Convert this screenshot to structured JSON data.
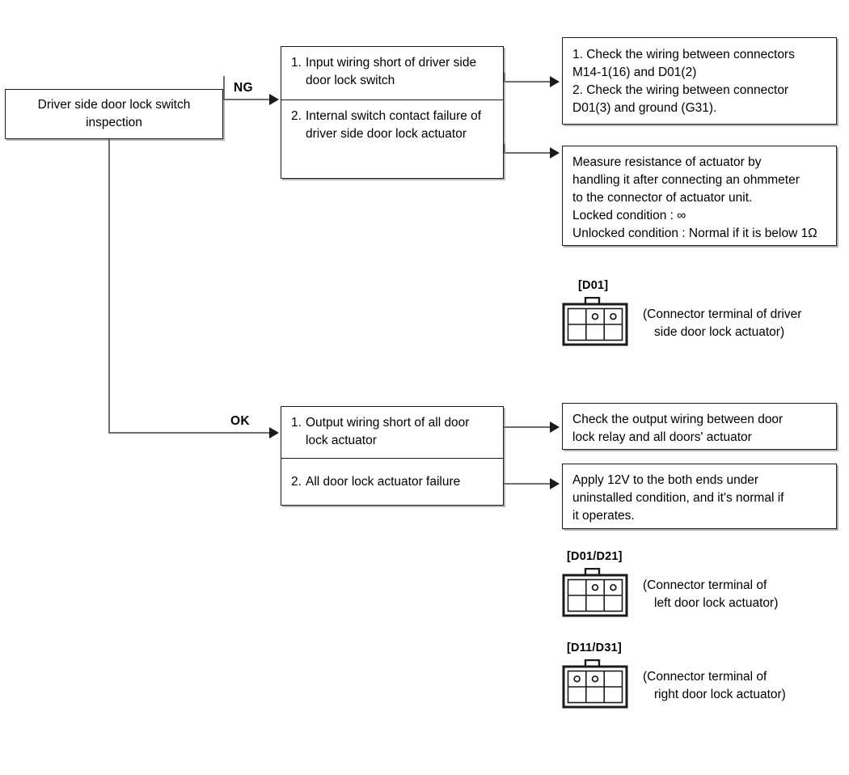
{
  "diagram": {
    "title": "Driver side door lock switch inspection troubleshooting flow",
    "start": {
      "label": "Driver side door lock switch inspection"
    },
    "branches": [
      {
        "label": "NG",
        "causes": [
          {
            "num": "1.",
            "text": "Input wiring short of driver side door lock switch"
          },
          {
            "num": "2.",
            "text": "Internal switch contact failure of driver side door lock actuator"
          }
        ],
        "actions": [
          {
            "lines": [
              "1. Check the wiring between connectors",
              "    M14-1(16) and D01(2)",
              "2. Check the wiring between connector",
              "    D01(3) and ground (G31)."
            ]
          },
          {
            "lines": [
              "Measure resistance of actuator by",
              "handling it after connecting an ohmmeter",
              "to the connector of actuator unit.",
              "Locked condition : ∞",
              "Unlocked condition : Normal if it is below 1Ω"
            ]
          }
        ]
      },
      {
        "label": "OK",
        "causes": [
          {
            "num": "1.",
            "text": "Output wiring short of all door lock actuator"
          },
          {
            "num": "2.",
            "text": "All door lock actuator failure"
          }
        ],
        "actions": [
          {
            "lines": [
              "Check the output wiring between door",
              "lock relay and all doors' actuator"
            ]
          },
          {
            "lines": [
              "Apply 12V to the both ends under",
              "uninstalled condition, and it's normal if",
              "it operates."
            ]
          }
        ]
      }
    ],
    "connectors": [
      {
        "tag": "[D01]",
        "pins": [
          false,
          true,
          true,
          false,
          false,
          false
        ],
        "caption_line1": "(Connector terminal of driver",
        "caption_line2": "side door lock actuator)"
      },
      {
        "tag": "[D01/D21]",
        "pins": [
          false,
          true,
          true,
          false,
          false,
          false
        ],
        "caption_line1": "(Connector terminal of",
        "caption_line2": "left door lock actuator)"
      },
      {
        "tag": "[D11/D31]",
        "pins": [
          true,
          true,
          false,
          false,
          false,
          false
        ],
        "caption_line1": "(Connector terminal of",
        "caption_line2": "right door lock actuator)"
      }
    ],
    "colors": {
      "line": "#6e6e6e",
      "border": "#1a1a1a",
      "text": "#000000",
      "background": "#ffffff"
    }
  }
}
